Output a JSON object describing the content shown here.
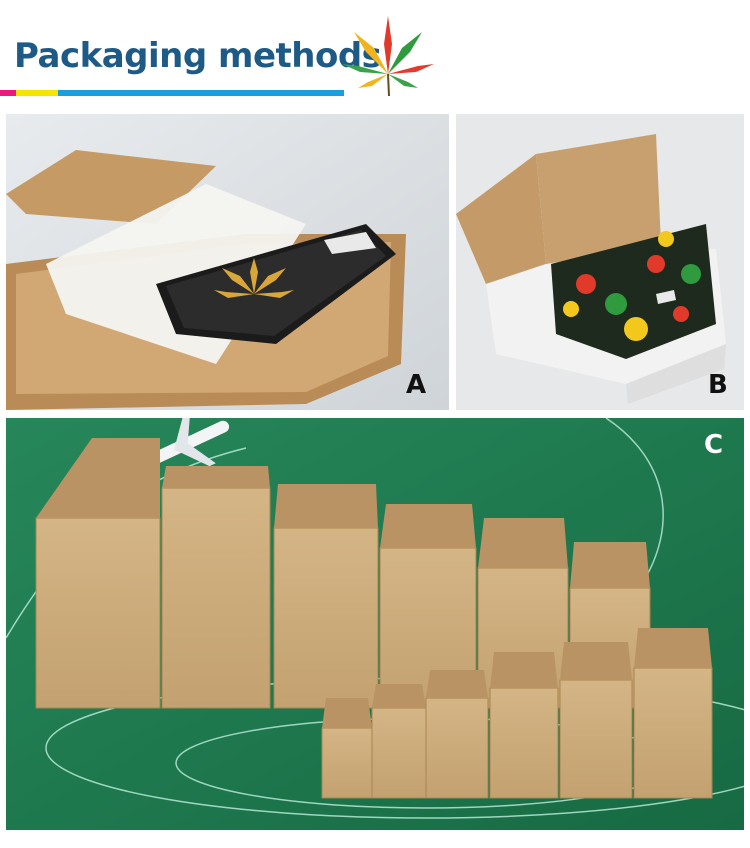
{
  "header": {
    "title": "Packaging methods",
    "bar_colors": [
      "#e8197d",
      "#f5e400",
      "#1a9ee0"
    ]
  },
  "panels": [
    {
      "label": "A",
      "description_icon": "tray-in-kraft-box-icon"
    },
    {
      "label": "B",
      "description_icon": "tray-in-mailer-box-icon"
    },
    {
      "label": "C",
      "description_icon": "stacked-cartons-icon"
    }
  ],
  "colors": {
    "kraft": "#c9a16a",
    "kraft_dark": "#a97f4b",
    "green_bg": "#1e7a4f",
    "title_blue": "#1d5a86"
  }
}
